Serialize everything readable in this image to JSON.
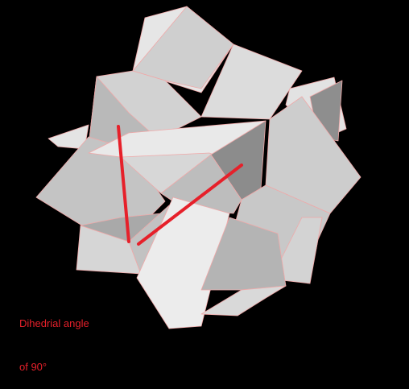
{
  "caption": {
    "lines": [
      "Dihedrial angle",
      "of 90°"
    ]
  },
  "colors": {
    "background": "#000000",
    "annotation": "#e6202a",
    "face_edge": "#f0a8a8",
    "face_light": "#e8e8e8",
    "face_mid": "#c9c9c9",
    "face_dark": "#8f8f8f"
  },
  "annotation": {
    "marker_count": 2,
    "label": "right dihedral angle markers"
  }
}
